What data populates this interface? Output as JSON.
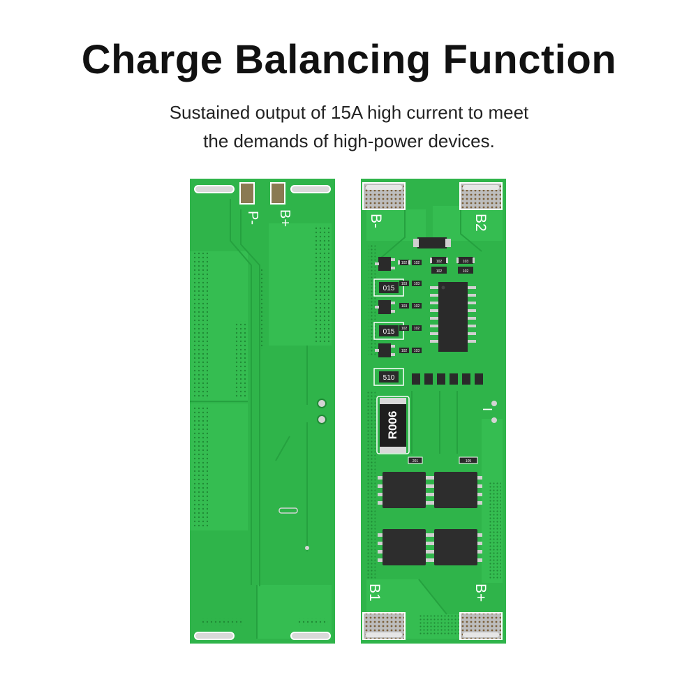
{
  "title": "Charge Balancing Function",
  "subtitle_lines": [
    "Sustained output of 15A high current to meet",
    "the demands of high-power devices."
  ],
  "colors": {
    "pcb_green": "#2fb44a",
    "pcb_dark": "#23963a",
    "trace": "#29a442",
    "silkscreen": "#ffffff",
    "component": "#2a2a2a",
    "pad": "#c9c9c9"
  },
  "back_board": {
    "labels": [
      "P-",
      "B+"
    ]
  },
  "front_board": {
    "corner_labels": [
      "B-",
      "B2",
      "B1",
      "B+"
    ],
    "pin_label": "I",
    "resistor_codes": [
      "015",
      "015",
      "510"
    ],
    "sense_resistor": "R006",
    "small_codes": [
      "102",
      "103",
      "102",
      "102",
      "102",
      "102",
      "103",
      "103",
      "103",
      "102",
      "102",
      "102",
      "102",
      "103",
      "201",
      "105"
    ]
  }
}
